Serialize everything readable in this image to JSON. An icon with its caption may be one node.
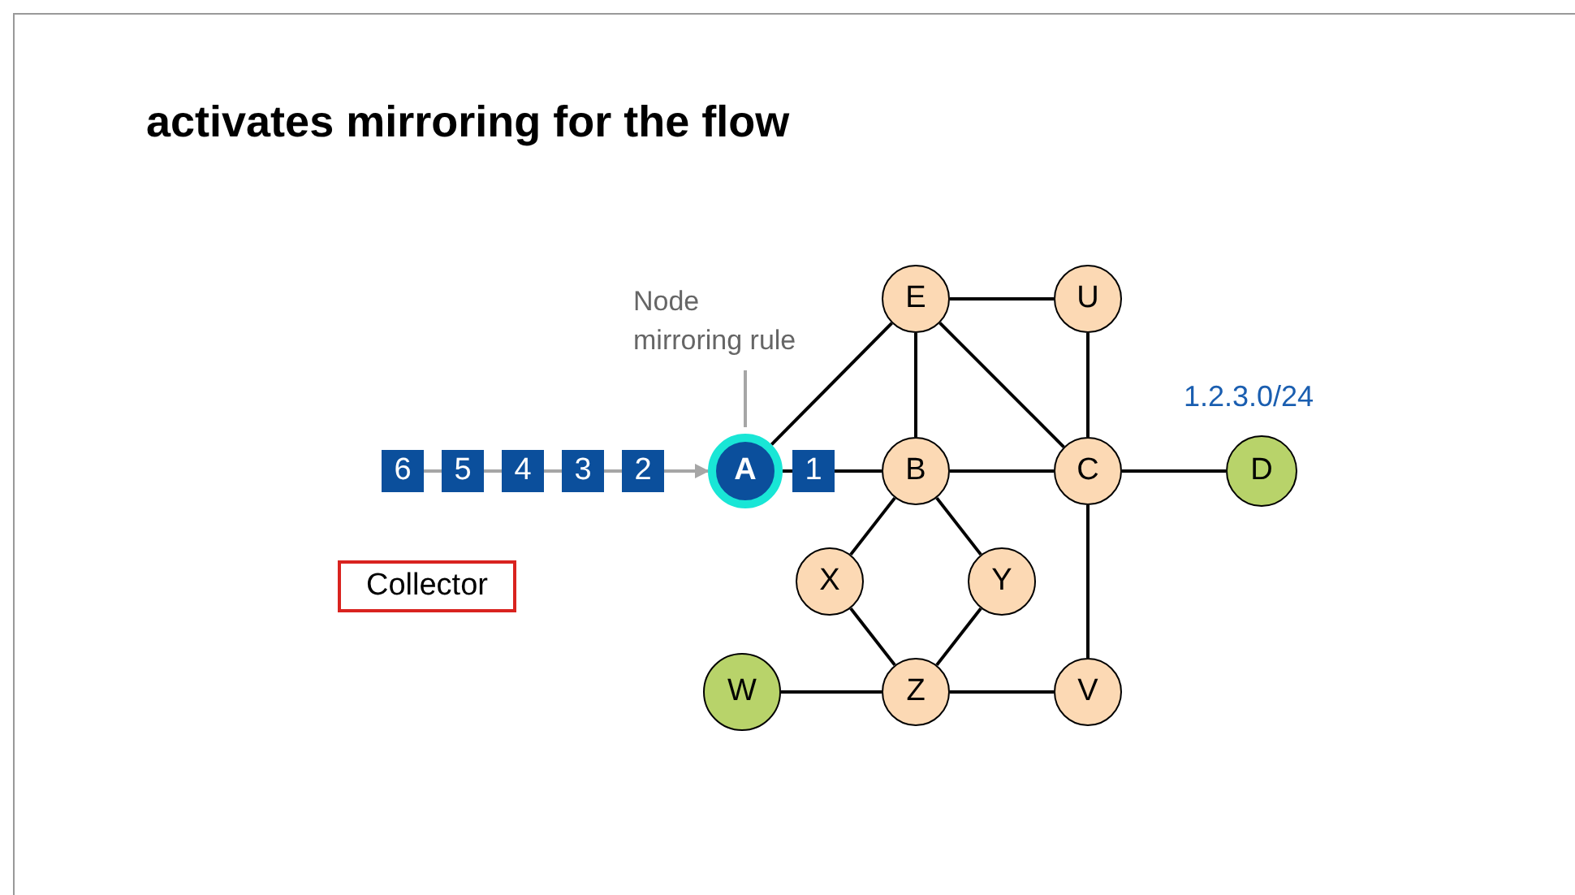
{
  "diagram": {
    "title": "activates mirroring for the flow",
    "nodes": [
      {
        "text": [
          "6"
        ]
      },
      {
        "text": [
          "5"
        ]
      },
      {
        "text": [
          "4"
        ]
      },
      {
        "text": [
          "3"
        ]
      },
      {
        "text": [
          "2"
        ]
      },
      {
        "text": [
          "A"
        ]
      },
      {
        "text": [
          "1"
        ]
      },
      {
        "text": [
          "E"
        ]
      },
      {
        "text": [
          "U"
        ]
      },
      {
        "text": [
          "B"
        ]
      },
      {
        "text": [
          "C"
        ]
      },
      {
        "text": [
          "D"
        ],
        "beside": [
          "1.2.3.0/24"
        ]
      },
      {
        "text": [
          "X"
        ]
      },
      {
        "text": [
          "Y"
        ]
      },
      {
        "text": [
          "W"
        ]
      },
      {
        "text": [
          "Z"
        ]
      },
      {
        "text": [
          "V"
        ]
      },
      {
        "text": [
          "Node mirroring rule"
        ]
      },
      {
        "text": [
          "Collector"
        ]
      }
    ],
    "edges": [
      {
        "from": 0,
        "to": 1,
        "arrow": "none",
        "color": "#a6a6a6"
      },
      {
        "from": 1,
        "to": 2,
        "arrow": "none",
        "color": "#a6a6a6"
      },
      {
        "from": 2,
        "to": 3,
        "arrow": "none",
        "color": "#a6a6a6"
      },
      {
        "from": 3,
        "to": 4,
        "arrow": "none",
        "color": "#a6a6a6"
      },
      {
        "from": 4,
        "to": 5,
        "arrow": "to",
        "color": "#a6a6a6"
      },
      {
        "from": 5,
        "to": 6,
        "arrow": "none"
      },
      {
        "from": 6,
        "to": 9,
        "arrow": "none"
      },
      {
        "from": 5,
        "to": 7,
        "arrow": "none"
      },
      {
        "from": 7,
        "to": 8,
        "arrow": "none"
      },
      {
        "from": 7,
        "to": 9,
        "arrow": "none"
      },
      {
        "from": 7,
        "to": 10,
        "arrow": "none"
      },
      {
        "from": 8,
        "to": 10,
        "arrow": "none"
      },
      {
        "from": 9,
        "to": 10,
        "arrow": "none"
      },
      {
        "from": 10,
        "to": 11,
        "arrow": "none"
      },
      {
        "from": 9,
        "to": 12,
        "arrow": "none"
      },
      {
        "from": 9,
        "to": 13,
        "arrow": "none"
      },
      {
        "from": 12,
        "to": 15,
        "arrow": "none"
      },
      {
        "from": 13,
        "to": 15,
        "arrow": "none"
      },
      {
        "from": 14,
        "to": 15,
        "arrow": "none"
      },
      {
        "from": 15,
        "to": 16,
        "arrow": "none"
      },
      {
        "from": 10,
        "to": 16,
        "arrow": "none"
      },
      {
        "from": 17,
        "to": 5,
        "arrow": "none",
        "color": "#a6a6a6"
      }
    ]
  }
}
